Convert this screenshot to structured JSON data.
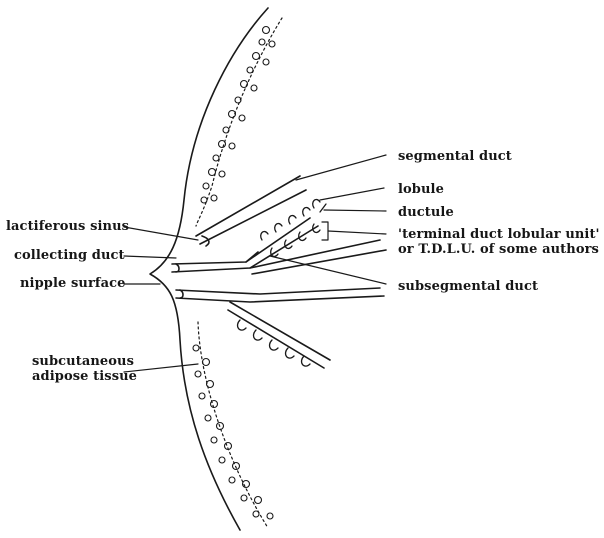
{
  "diagram": {
    "labels": {
      "segmental_duct": "segmental duct",
      "lobule": "lobule",
      "ductule": "ductule",
      "tdlu_line1": "'terminal duct lobular unit'",
      "tdlu_line2": "or T.D.L.U. of some authors",
      "subsegmental_duct": "subsegmental duct",
      "lactiferous_sinus": "lactiferous sinus",
      "collecting_duct": "collecting duct",
      "nipple_surface": "nipple surface",
      "adipose_line1": "subcutaneous",
      "adipose_line2": "adipose tissue"
    }
  }
}
